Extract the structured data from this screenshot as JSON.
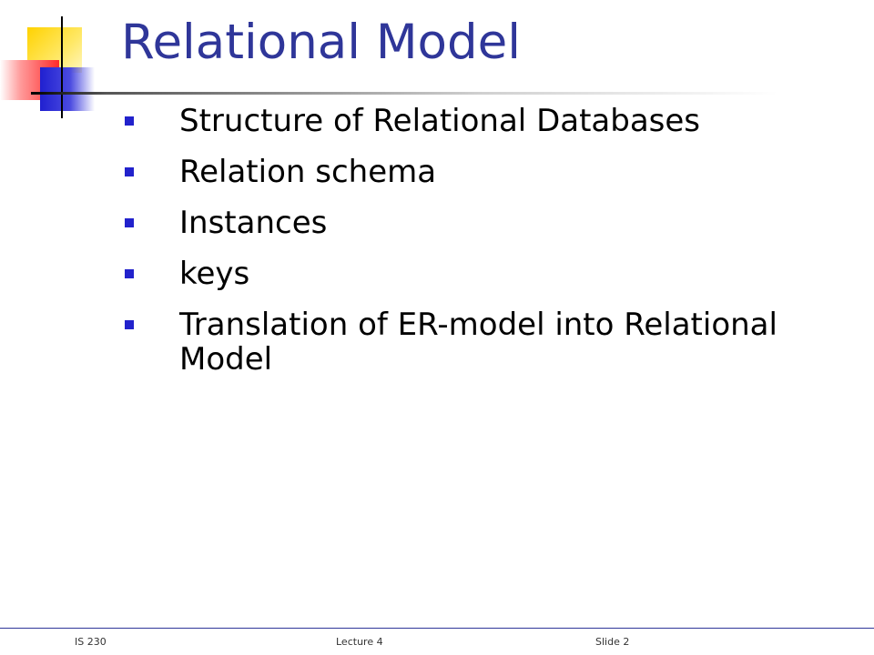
{
  "slide": {
    "title": "Relational Model",
    "bullets": [
      "Structure of Relational Databases",
      "Relation schema",
      "Instances",
      "keys",
      "Translation of ER-model into Relational Model"
    ]
  },
  "footer": {
    "course": "IS 230",
    "lecture": "Lecture  4",
    "slide_number": "Slide 2"
  },
  "colors": {
    "title": "#2f3699",
    "bullet_marker": "#2222cc",
    "footer_rule": "#2f3699"
  }
}
